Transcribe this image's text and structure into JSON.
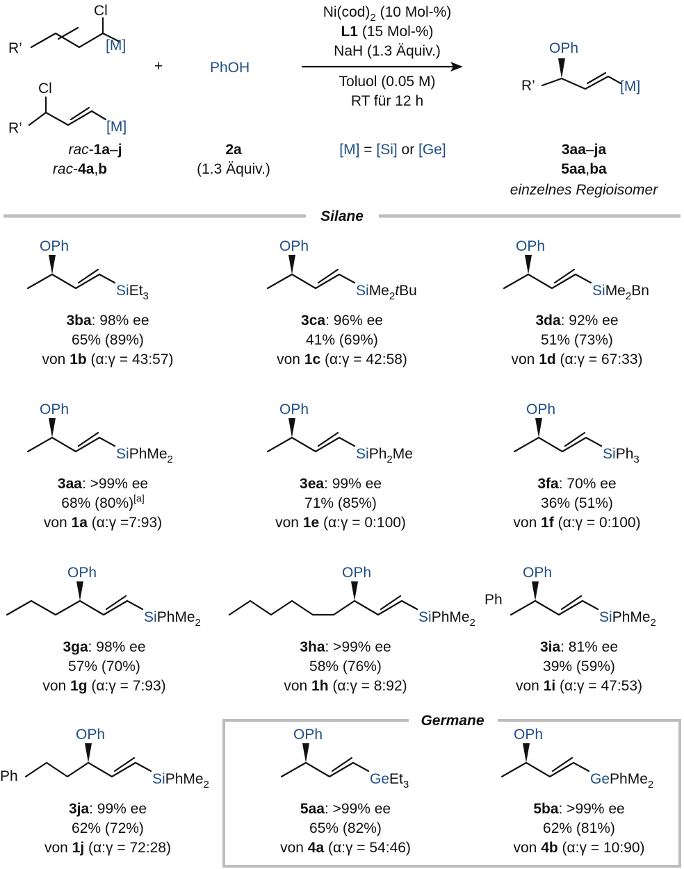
{
  "scheme": {
    "reaction": {
      "substrate_labels": {
        "cl": "Cl",
        "r": "R’",
        "m": "[M]"
      },
      "reactant_names": {
        "line1": [
          "rac",
          "-",
          "1a",
          "–",
          "j"
        ],
        "line2": [
          "rac",
          "-",
          "4a",
          ",",
          "b"
        ]
      },
      "plus": "+",
      "phenol": "PhOH",
      "phenol_id": "2a",
      "phenol_amount": "(1.3 Äquiv.)",
      "conditions_above": [
        "Ni(cod)",
        "2",
        " (10 Mol-%)",
        "L1",
        " (15 Mol-%)",
        "NaH (1.3 Äquiv.)"
      ],
      "conditions_below": [
        "Toluol (0.05 M)",
        "RT für 12 h"
      ],
      "metal_def": [
        "[M]",
        " = ",
        "[Si]",
        " or ",
        "[Ge]"
      ],
      "product_labels": {
        "oph": "OPh",
        "r": "R’",
        "m": "[M]"
      },
      "product_names": [
        "3aa",
        "–",
        "ja",
        "5aa",
        ",",
        "ba"
      ],
      "product_note": "einzelnes Regioisomer"
    },
    "sections": {
      "silane": "Silane",
      "germane": "Germane"
    },
    "compounds": [
      {
        "id": "3ba",
        "group": [
          "SiEt",
          "3",
          ""
        ],
        "ee": ": 98% ee",
        "yield": "65% (89%)",
        "yield_note": "",
        "from": "1b",
        "ratio": " (α:γ = 43:57)"
      },
      {
        "id": "3ca",
        "group": [
          "SiMe",
          "2",
          "t",
          "Bu"
        ],
        "ee": ": 96% ee",
        "yield": "41% (69%)",
        "yield_note": "",
        "from": "1c",
        "ratio": " (α:γ = 42:58)"
      },
      {
        "id": "3da",
        "group": [
          "SiMe",
          "2",
          "Bn"
        ],
        "ee": ": 92% ee",
        "yield": "51% (73%)",
        "yield_note": "",
        "from": "1d",
        "ratio": " (α:γ = 67:33)"
      },
      {
        "id": "3aa",
        "group": [
          "SiPhMe",
          "2",
          ""
        ],
        "ee": ": >99% ee",
        "yield": "68% (80%)",
        "yield_note": "[a]",
        "from": "1a",
        "ratio": " (α:γ =7:93)"
      },
      {
        "id": "3ea",
        "group": [
          "SiPh",
          "2",
          "Me"
        ],
        "ee": ": 99% ee",
        "yield": "71% (85%)",
        "yield_note": "",
        "from": "1e",
        "ratio": " (α:γ = 0:100)"
      },
      {
        "id": "3fa",
        "group": [
          "SiPh",
          "3",
          ""
        ],
        "ee": ": 70% ee",
        "yield": "36% (51%)",
        "yield_note": "",
        "from": "1f",
        "ratio": " (α:γ = 0:100)"
      },
      {
        "id": "3ga",
        "group": [
          "SiPhMe",
          "2",
          ""
        ],
        "ee": ": 98% ee",
        "yield": "57% (70%)",
        "yield_note": "",
        "from": "1g",
        "ratio": " (α:γ = 7:93)"
      },
      {
        "id": "3ha",
        "group": [
          "SiPhMe",
          "2",
          ""
        ],
        "ee": ": >99% ee",
        "yield": "58% (76%)",
        "yield_note": "",
        "from": "1h",
        "ratio": " (α:γ = 8:92)"
      },
      {
        "id": "3ia",
        "group": [
          "SiPhMe",
          "2",
          ""
        ],
        "ee": ": 81% ee",
        "yield": "39% (59%)",
        "yield_note": "",
        "from": "1i",
        "ratio": " (α:γ = 47:53)",
        "side": "Ph"
      },
      {
        "id": "3ja",
        "group": [
          "SiPhMe",
          "2",
          ""
        ],
        "ee": ": 99% ee",
        "yield": "62% (72%)",
        "yield_note": "",
        "from": "1j",
        "ratio": " (α:γ = 72:28)",
        "side": "Ph"
      },
      {
        "id": "5aa",
        "group": [
          "GeEt",
          "3",
          ""
        ],
        "ee": ": >99% ee",
        "yield": "65% (82%)",
        "yield_note": "",
        "from": "4a",
        "ratio": " (α:γ = 54:46)"
      },
      {
        "id": "5ba",
        "group": [
          "GePhMe",
          "2",
          ""
        ],
        "ee": ": >99% ee",
        "yield": "62% (81%)",
        "yield_note": "",
        "from": "4b",
        "ratio": " (α:γ = 10:90)"
      }
    ],
    "common": {
      "oph": "OPh",
      "von": "von "
    }
  }
}
